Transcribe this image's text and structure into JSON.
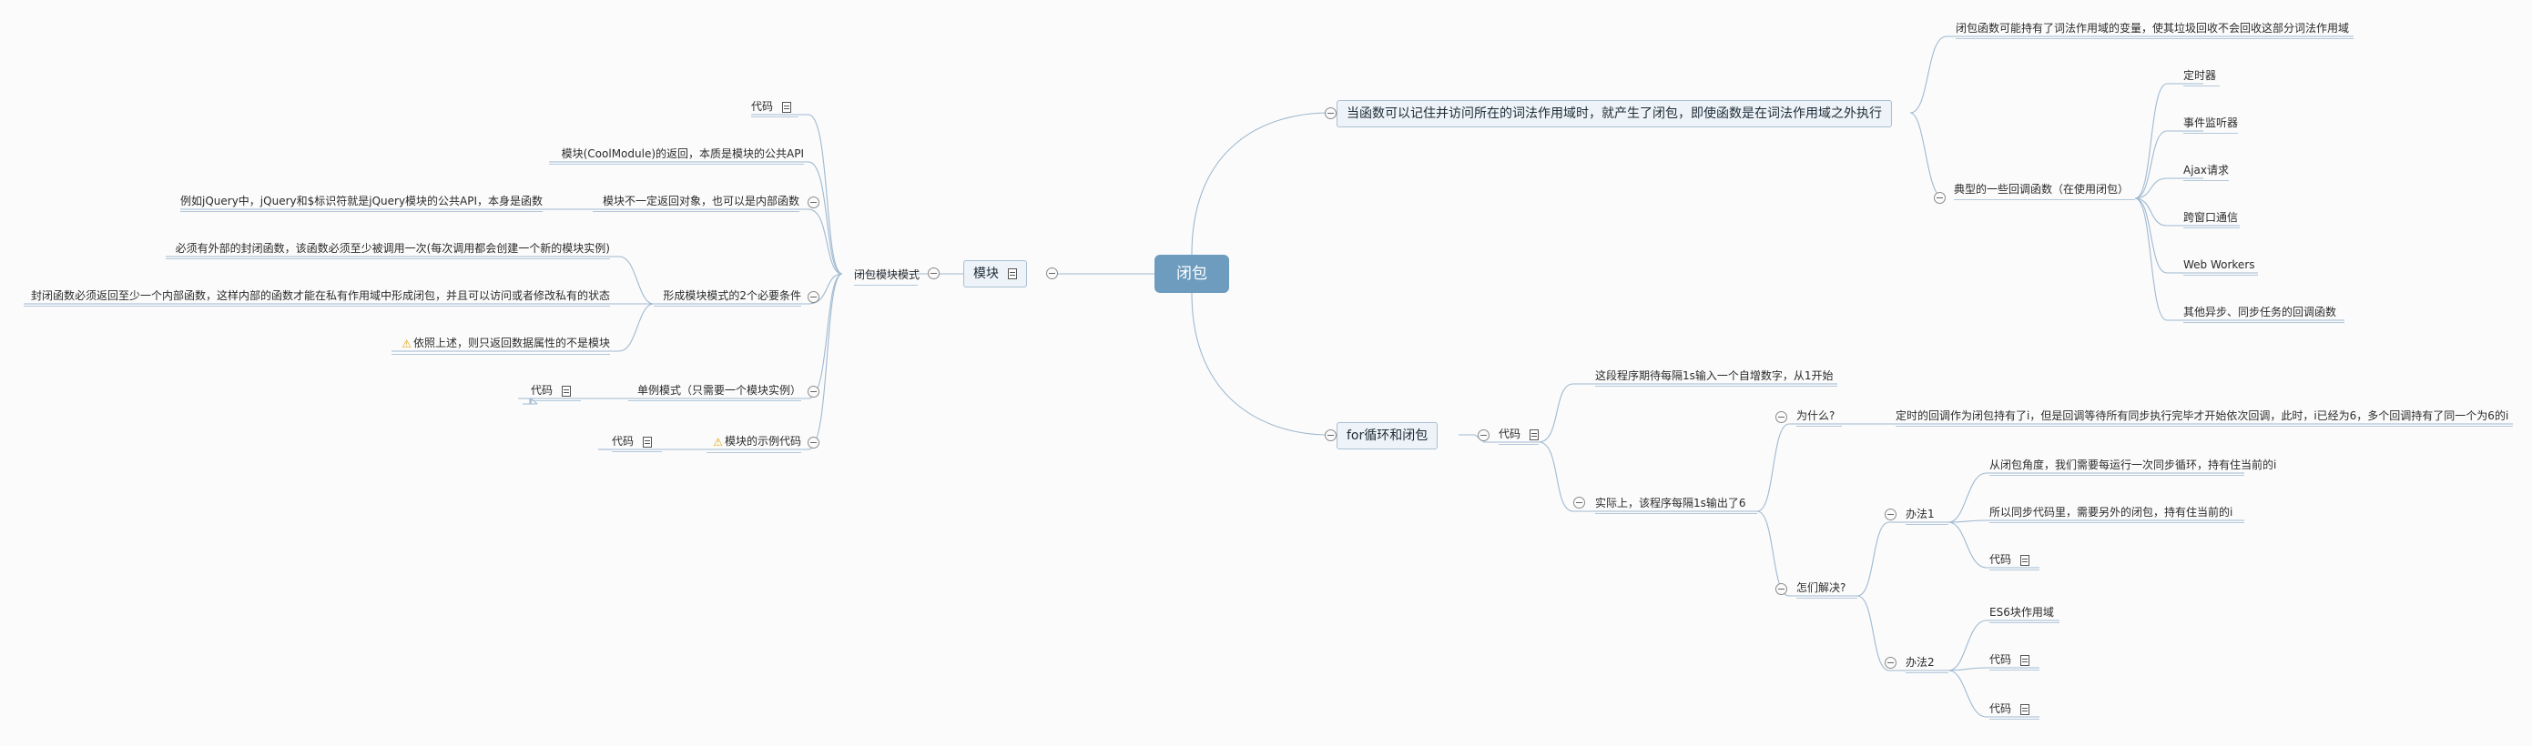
{
  "root": "闭包",
  "branches": {
    "def": "当函数可以记住并访问所在的词法作用域时，就产生了闭包，即使函数是在词法作用域之外执行",
    "def_note": "闭包函数可能持有了词法作用域的变量，使其垃圾回收不会回收这部分词法作用域",
    "callbacks": "典型的一些回调函数（在使用闭包）",
    "callback_items": [
      "定时器",
      "事件监听器",
      "Ajax请求",
      "跨窗口通信",
      "Web Workers",
      "其他异步、同步任务的回调函数"
    ],
    "forloop": "for循环和闭包",
    "code": "代码",
    "expect": "这段程序期待每隔1s输入一个自增数字，从1开始",
    "actual": "实际上，该程序每隔1s输出了6",
    "why": "为什么?",
    "why_answer": "定时的回调作为闭包持有了i，但是回调等待所有同步执行完毕才开始依次回调，此时，i已经为6，多个回调持有了同一个为6的i",
    "how": "怎们解决?",
    "way1": "办法1",
    "way1_a": "从闭包角度，我们需要每运行一次同步循环，持有住当前的i",
    "way1_b": "所以同步代码里，需要另外的闭包，持有住当前的i",
    "way2": "办法2",
    "way2_a": "ES6块作用域",
    "module": "模块",
    "pattern": "闭包模块模式",
    "m_return": "模块(CoolModule)的返回，本质是模块的公共API",
    "m_notobj": "模块不一定返回对象，也可以是内部函数",
    "m_jquery": "例如jQuery中，jQuery和$标识符就是jQuery模块的公共API，本身是函数",
    "m_cond": "形成模块模式的2个必要条件",
    "m_cond1": "必须有外部的封闭函数，该函数必须至少被调用一次(每次调用都会创建一个新的模块实例)",
    "m_cond2": "封闭函数必须返回至少一个内部函数，这样内部的函数才能在私有作用域中形成闭包，并且可以访问或者修改私有的状态",
    "m_warn": "依照上述，则只返回数据属性的不是模块",
    "m_singleton": "单例模式（只需要一个模块实例）",
    "m_example": "模块的示例代码"
  }
}
